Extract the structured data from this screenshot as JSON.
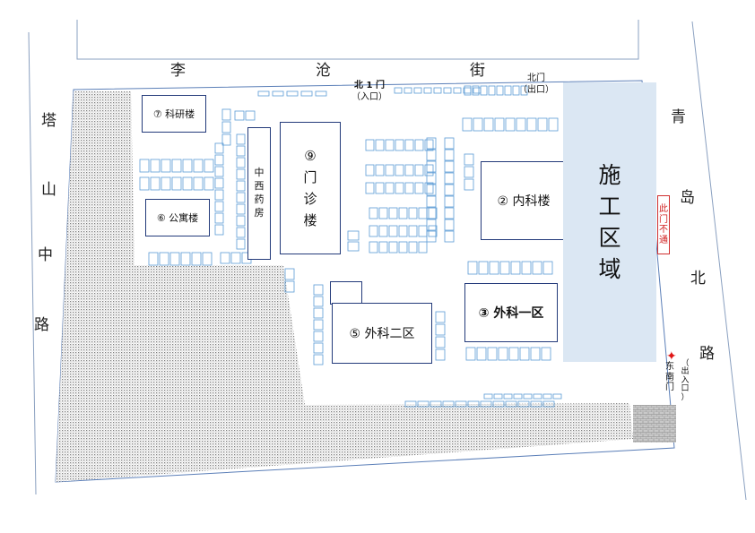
{
  "roads": {
    "north": [
      "李",
      "沧",
      "街"
    ],
    "west": [
      "塔",
      "山",
      "中",
      "路"
    ],
    "east": [
      "青",
      "岛",
      "北",
      "路"
    ]
  },
  "gates": {
    "north1": {
      "name": "北 1 门",
      "sub": "（入口）"
    },
    "north": {
      "name": "北门",
      "sub": "（出口）"
    },
    "southeast": {
      "name": [
        "东",
        "南",
        "门"
      ],
      "sub": [
        "（",
        "出",
        "入",
        "口",
        "）"
      ]
    }
  },
  "buildings": {
    "research": "⑦ 科研楼",
    "apartment": "⑥ 公寓楼",
    "pharmacy": [
      "中",
      "西",
      "药",
      "房"
    ],
    "outpatient": [
      "⑨",
      "门",
      "诊",
      "楼"
    ],
    "internal": "② 内科楼",
    "surgery1": "③ 外科一区",
    "surgery2": "⑤ 外科二区"
  },
  "construction": [
    "施",
    "工",
    "区",
    "域"
  ],
  "notice": [
    "此",
    "门",
    "不",
    "通"
  ],
  "colors": {
    "building_border": "#233a7a",
    "parking_line": "#5b9bd5",
    "construction_fill": "#dbe7f3",
    "notice_red": "#d02020",
    "gate_marker": "#e01515"
  }
}
